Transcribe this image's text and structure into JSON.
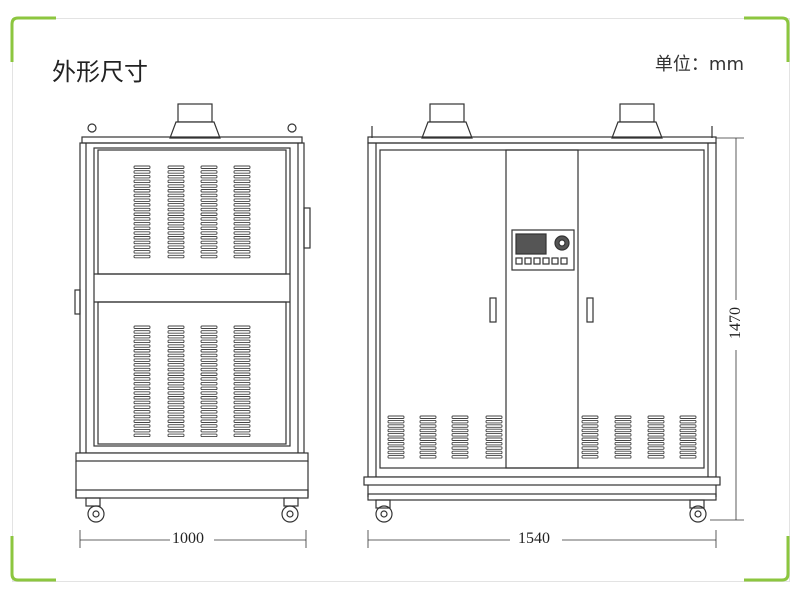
{
  "header": {
    "title": "外形尺寸",
    "unit": "单位：mm"
  },
  "dimensions": {
    "side_width": "1000",
    "front_width": "1540",
    "height": "1470"
  },
  "colors": {
    "accent_green": "#8cc63f",
    "line": "#333333",
    "frame_border": "#e3e3e3"
  },
  "icons": {
    "control_panel": "display-screen-icon",
    "knob": "rotary-knob-icon",
    "handle": "door-handle-icon",
    "wheel": "caster-wheel-icon"
  }
}
